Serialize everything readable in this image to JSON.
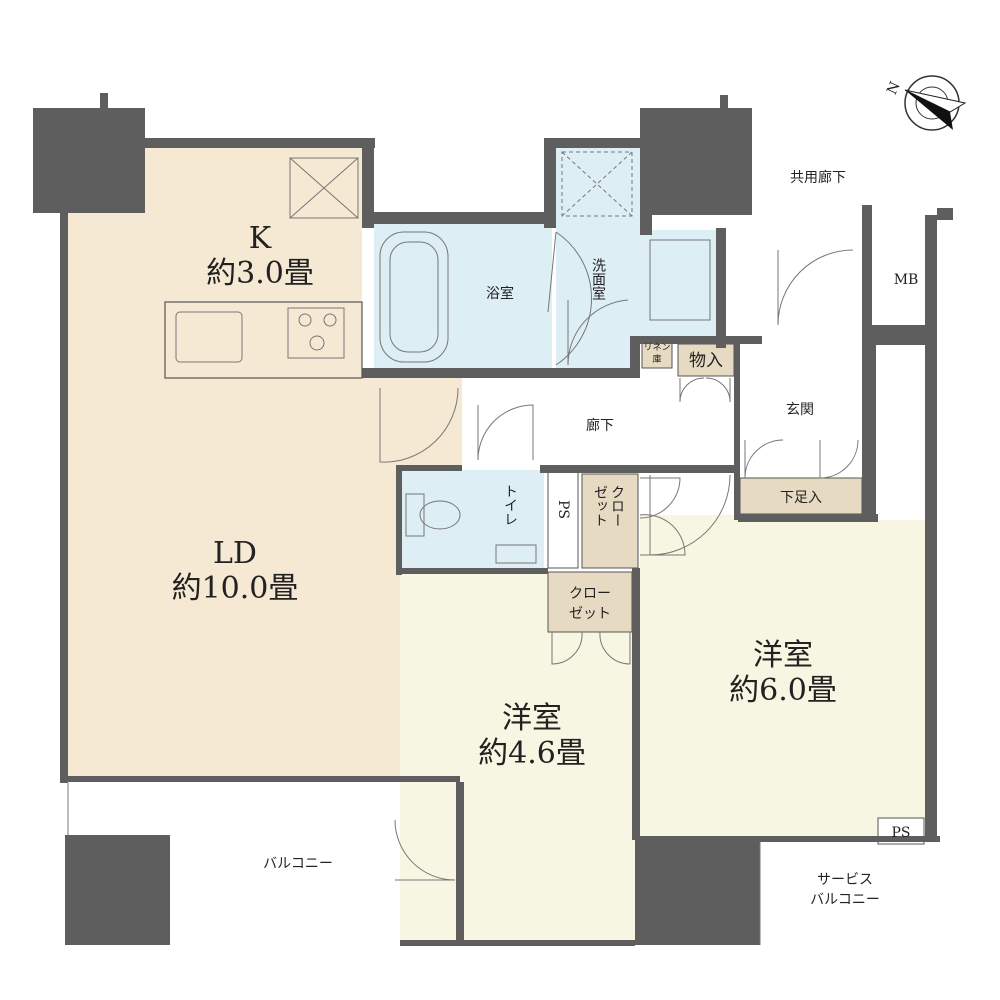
{
  "colors": {
    "wall": "#5e5e5e",
    "ldk_floor": "#f6e9d4",
    "wet_area": "#deeef5",
    "western_room": "#f7f6e2",
    "storage": "#e6dbc2"
  },
  "compass": {
    "north_label": "N"
  },
  "labels": {
    "corridor_common": "共用廊下",
    "mb": "MB",
    "kitchen_name": "K",
    "kitchen_size": "約3.0畳",
    "bath": "浴室",
    "washroom": "洗面室",
    "linen_1": "リネン",
    "linen_2": "庫",
    "storage": "物入",
    "hall": "廊下",
    "entrance": "玄関",
    "shoe": "下足入",
    "toilet": "トイレ",
    "ps_1": "PS",
    "closet_a_1": "クロー",
    "closet_a_2": "ゼット",
    "closet_b_1": "クロー",
    "closet_b_2": "ゼット",
    "ld_name": "LD",
    "ld_size": "約10.0畳",
    "room1_name": "洋室",
    "room1_size": "約4.6畳",
    "room2_name": "洋室",
    "room2_size": "約6.0畳",
    "balcony": "バルコニー",
    "ps_2": "PS",
    "service_1": "サービス",
    "service_2": "バルコニー"
  }
}
